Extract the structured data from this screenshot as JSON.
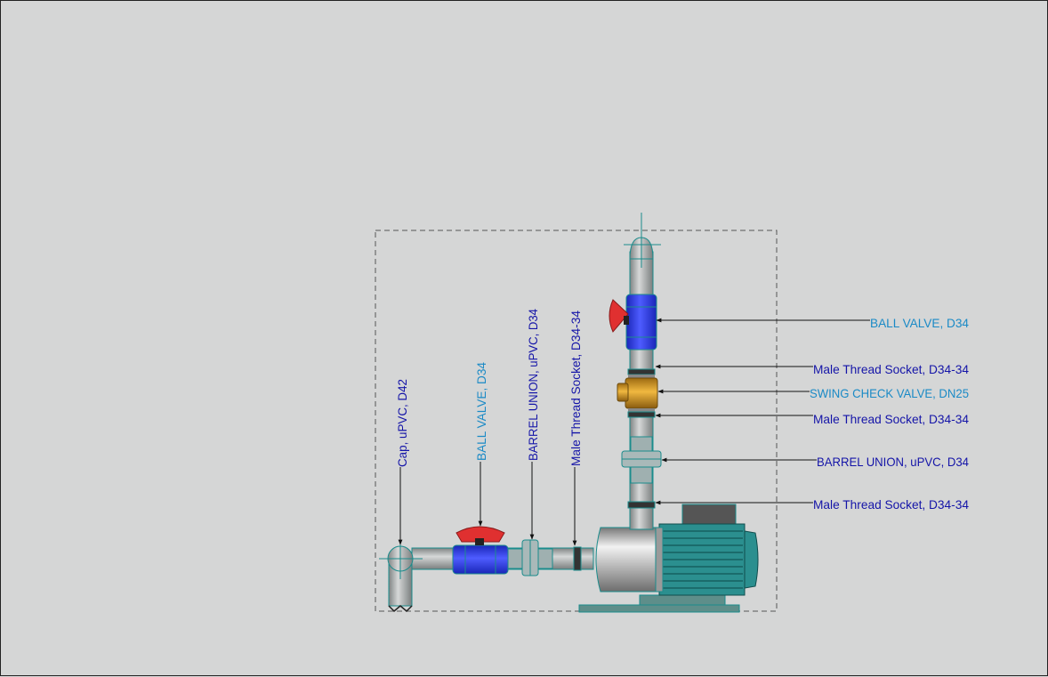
{
  "colors": {
    "background": "#d5d6d6",
    "pipe": "#aeb1b1",
    "outline": "#1b8c8c",
    "valve_body": "#2c3cf0",
    "valve_handle": "#e03030",
    "check_valve": "#d89a28",
    "motor": "#2b8f8f",
    "label_dark": "#1414a8",
    "label_light": "#1a8ac6",
    "leader": "#111111"
  },
  "callouts": {
    "right": {
      "ball_valve": "BALL VALVE, D34",
      "male_socket_1": "Male Thread Socket, D34-34",
      "swing_check_valve": "SWING CHECK VALVE, DN25",
      "male_socket_2": "Male Thread Socket, D34-34",
      "barrel_union": "BARREL UNION, uPVC, D34",
      "male_socket_3": "Male Thread Socket, D34-34"
    },
    "left": {
      "cap": "Cap, uPVC, D42",
      "ball_valve": "BALL VALVE, D34",
      "barrel_union": "BARREL UNION, uPVC, D34",
      "male_socket": "Male Thread Socket, D34-34"
    }
  }
}
